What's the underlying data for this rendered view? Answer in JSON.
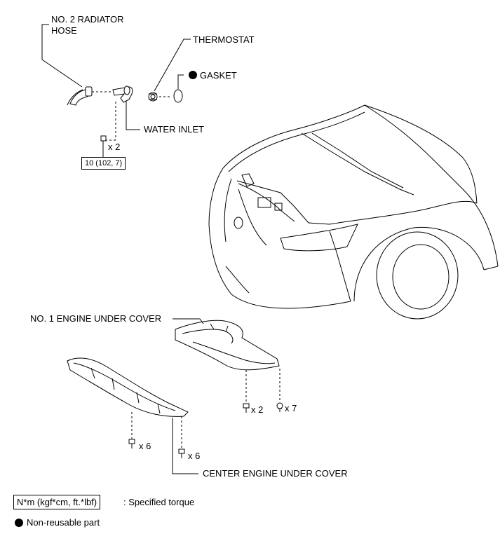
{
  "labels": {
    "radiator_hose": [
      "NO. 2 RADIATOR",
      "HOSE"
    ],
    "thermostat": "THERMOSTAT",
    "gasket": "GASKET",
    "water_inlet": "WATER INLET",
    "no1_engine_under_cover": "NO. 1 ENGINE UNDER COVER",
    "center_engine_under_cover": "CENTER ENGINE UNDER COVER"
  },
  "fasteners": {
    "water_inlet_bolt_qty": "x 2",
    "water_inlet_torque": "10 (102, 7)",
    "no1_cover_bolt_qty": "x 2",
    "no1_cover_clip_qty": "x 7",
    "center_cover_bolt_qty_left": "x 6",
    "center_cover_bolt_qty_right": "x 6"
  },
  "legend": {
    "torque_box": "N*m (kgf*cm, ft.*lbf)",
    "torque_desc": ": Specified torque",
    "non_reusable": "Non-reusable part"
  },
  "icons": {
    "non_reusable_marker": "filled-circle-icon"
  }
}
